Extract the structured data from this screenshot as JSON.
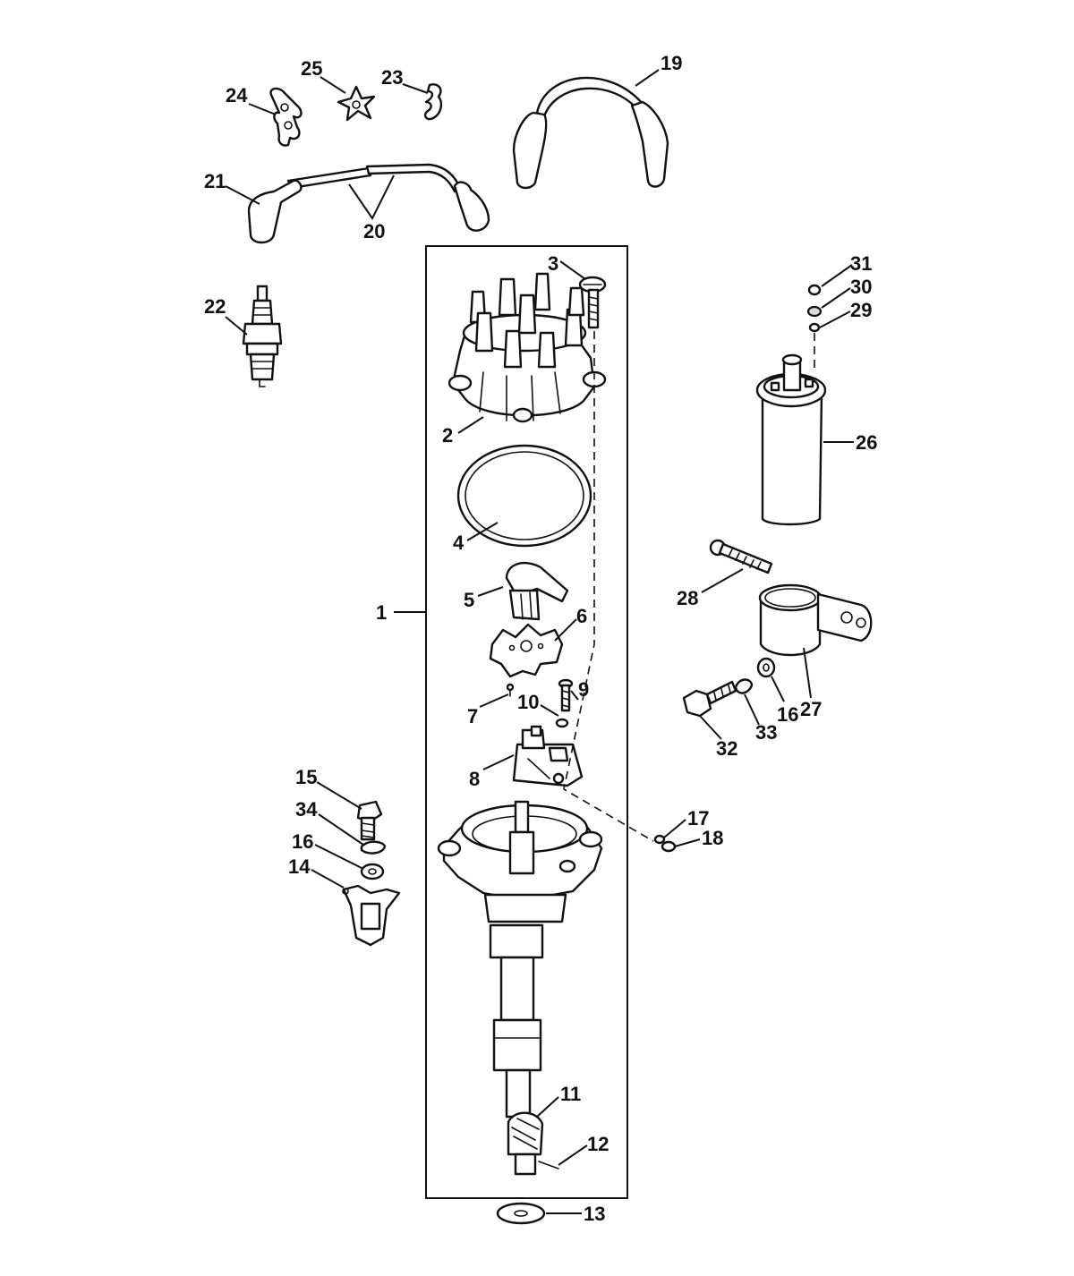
{
  "diagram": {
    "callouts": [
      {
        "id": "c1",
        "text": "1"
      },
      {
        "id": "c2",
        "text": "2"
      },
      {
        "id": "c3",
        "text": "3"
      },
      {
        "id": "c4",
        "text": "4"
      },
      {
        "id": "c5",
        "text": "5"
      },
      {
        "id": "c6",
        "text": "6"
      },
      {
        "id": "c7",
        "text": "7"
      },
      {
        "id": "c8",
        "text": "8"
      },
      {
        "id": "c9",
        "text": "9"
      },
      {
        "id": "c10",
        "text": "10"
      },
      {
        "id": "c11",
        "text": "11"
      },
      {
        "id": "c12",
        "text": "12"
      },
      {
        "id": "c13",
        "text": "13"
      },
      {
        "id": "c14",
        "text": "14"
      },
      {
        "id": "c15",
        "text": "15"
      },
      {
        "id": "c16a",
        "text": "16"
      },
      {
        "id": "c16b",
        "text": "16"
      },
      {
        "id": "c17",
        "text": "17"
      },
      {
        "id": "c18",
        "text": "18"
      },
      {
        "id": "c19",
        "text": "19"
      },
      {
        "id": "c20",
        "text": "20"
      },
      {
        "id": "c21",
        "text": "21"
      },
      {
        "id": "c22",
        "text": "22"
      },
      {
        "id": "c23",
        "text": "23"
      },
      {
        "id": "c24",
        "text": "24"
      },
      {
        "id": "c25",
        "text": "25"
      },
      {
        "id": "c26",
        "text": "26"
      },
      {
        "id": "c27",
        "text": "27"
      },
      {
        "id": "c28",
        "text": "28"
      },
      {
        "id": "c29",
        "text": "29"
      },
      {
        "id": "c30",
        "text": "30"
      },
      {
        "id": "c31",
        "text": "31"
      },
      {
        "id": "c32",
        "text": "32"
      },
      {
        "id": "c33",
        "text": "33"
      },
      {
        "id": "c34",
        "text": "34"
      }
    ]
  }
}
